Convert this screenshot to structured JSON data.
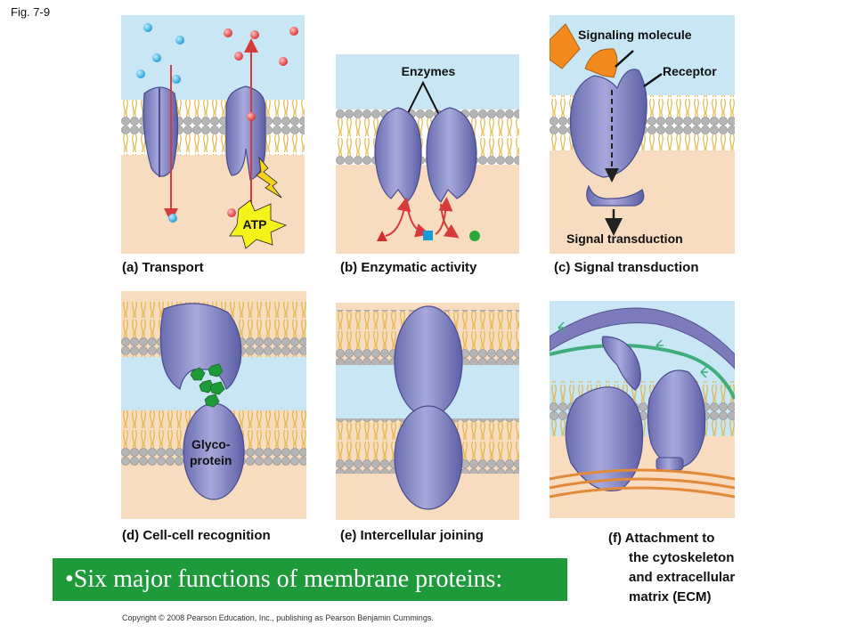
{
  "figure_label": "Fig. 7-9",
  "panels": {
    "a": {
      "caption": "(a) Transport",
      "atp_label": "ATP"
    },
    "b": {
      "caption": "(b) Enzymatic activity",
      "enzymes_label": "Enzymes"
    },
    "c": {
      "caption": "(c) Signal transduction",
      "signaling_label": "Signaling molecule",
      "receptor_label": "Receptor",
      "transduction_label": "Signal transduction"
    },
    "d": {
      "caption": "(d) Cell-cell recognition",
      "glyco_line1": "Glyco-",
      "glyco_line2": "protein"
    },
    "e": {
      "caption": "(e) Intercellular joining"
    },
    "f": {
      "caption_lines": [
        "(f) Attachment to",
        "the cytoskeleton",
        "and extracellular",
        "matrix (ECM)"
      ]
    }
  },
  "banner": {
    "text": "•Six major functions of membrane proteins:"
  },
  "copyright": "Copyright © 2008 Pearson Education, Inc., publishing as Pearson Benjamin Cummings.",
  "colors": {
    "water": "#c9e6f5",
    "cytoplasm": "#f7dcc0",
    "protein": "#8d8fcc",
    "arrow": "#d63a3a",
    "banner": "#1f9a3a"
  }
}
